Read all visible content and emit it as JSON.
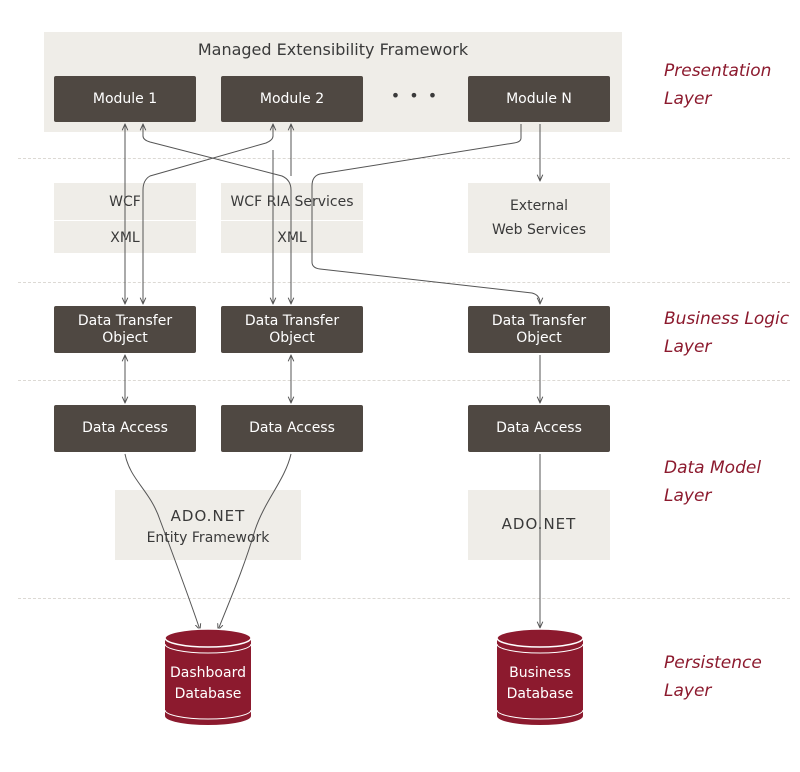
{
  "framework_title": "Managed Extensibility Framework",
  "modules": [
    "Module 1",
    "Module 2",
    "Module N"
  ],
  "ellipsis": "• • •",
  "services": {
    "wcf": "WCF",
    "wcf_xml": "XML",
    "ria": "WCF RIA Services",
    "ria_xml": "XML",
    "external_line1": "External",
    "external_line2": "Web Services"
  },
  "dto": {
    "line1": "Data Transfer",
    "line2": "Object"
  },
  "data_access": "Data Access",
  "adonet_ef": {
    "line1": "ADO.NET",
    "line2": "Entity Framework"
  },
  "adonet": "ADO.NET",
  "databases": [
    {
      "line1": "Dashboard",
      "line2": "Database"
    },
    {
      "line1": "Business",
      "line2": "Database"
    }
  ],
  "layers": [
    {
      "line1": "Presentation",
      "line2": "Layer"
    },
    {
      "line1": "Business Logic",
      "line2": "Layer"
    },
    {
      "line1": "Data Model",
      "line2": "Layer"
    },
    {
      "line1": "Persistence",
      "line2": "Layer"
    }
  ],
  "colors": {
    "dark_box": "#4f4842",
    "light_box": "#efede8",
    "accent": "#8c1a2e"
  }
}
